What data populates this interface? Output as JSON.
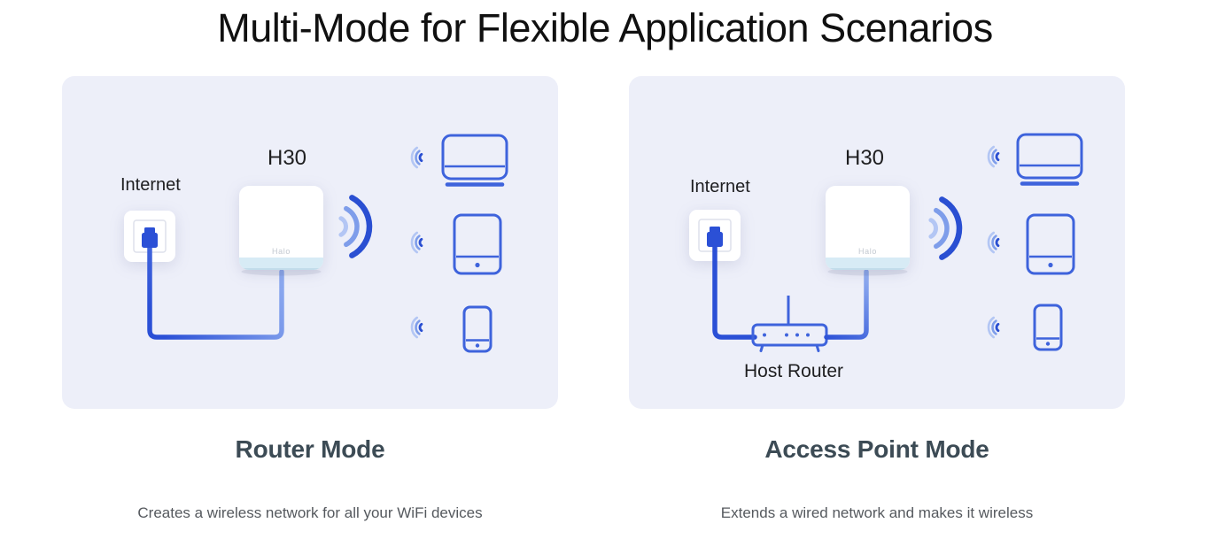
{
  "page": {
    "title": "Multi-Mode for Flexible Application Scenarios"
  },
  "modes": [
    {
      "id": "router-mode",
      "heading": "Router Mode",
      "description": "Creates a wireless network for all your WiFi devices",
      "labels": {
        "internet": "Internet",
        "device": "H30",
        "device_logo": "Halo"
      }
    },
    {
      "id": "access-point-mode",
      "heading": "Access Point Mode",
      "description": "Extends a wired network and makes it wireless",
      "labels": {
        "internet": "Internet",
        "device": "H30",
        "device_logo": "Halo",
        "host_router": "Host Router"
      }
    }
  ],
  "icons": [
    "wall-socket-icon",
    "ethernet-plug-icon",
    "ethernet-cable",
    "h30-device",
    "wifi-signal-icon",
    "laptop-icon",
    "tablet-icon",
    "smartphone-icon",
    "host-router-icon"
  ],
  "colors": {
    "accent_blue": "#3E63DC",
    "cable_blue": "#2B50D6",
    "cable_light": "#8FACF0",
    "wifi_light": "#B3C6F4",
    "wifi_mid": "#7E9DEA",
    "wifi_dark": "#2A4FD2",
    "panel_bg": "#EDEFF9",
    "title_color": "#101010",
    "heading_color": "#3C4B55",
    "body_text": "#55595E",
    "label_color": "#1E1E20",
    "device_base": "#D7EBF5",
    "device_logo": "#C3C9D1"
  }
}
